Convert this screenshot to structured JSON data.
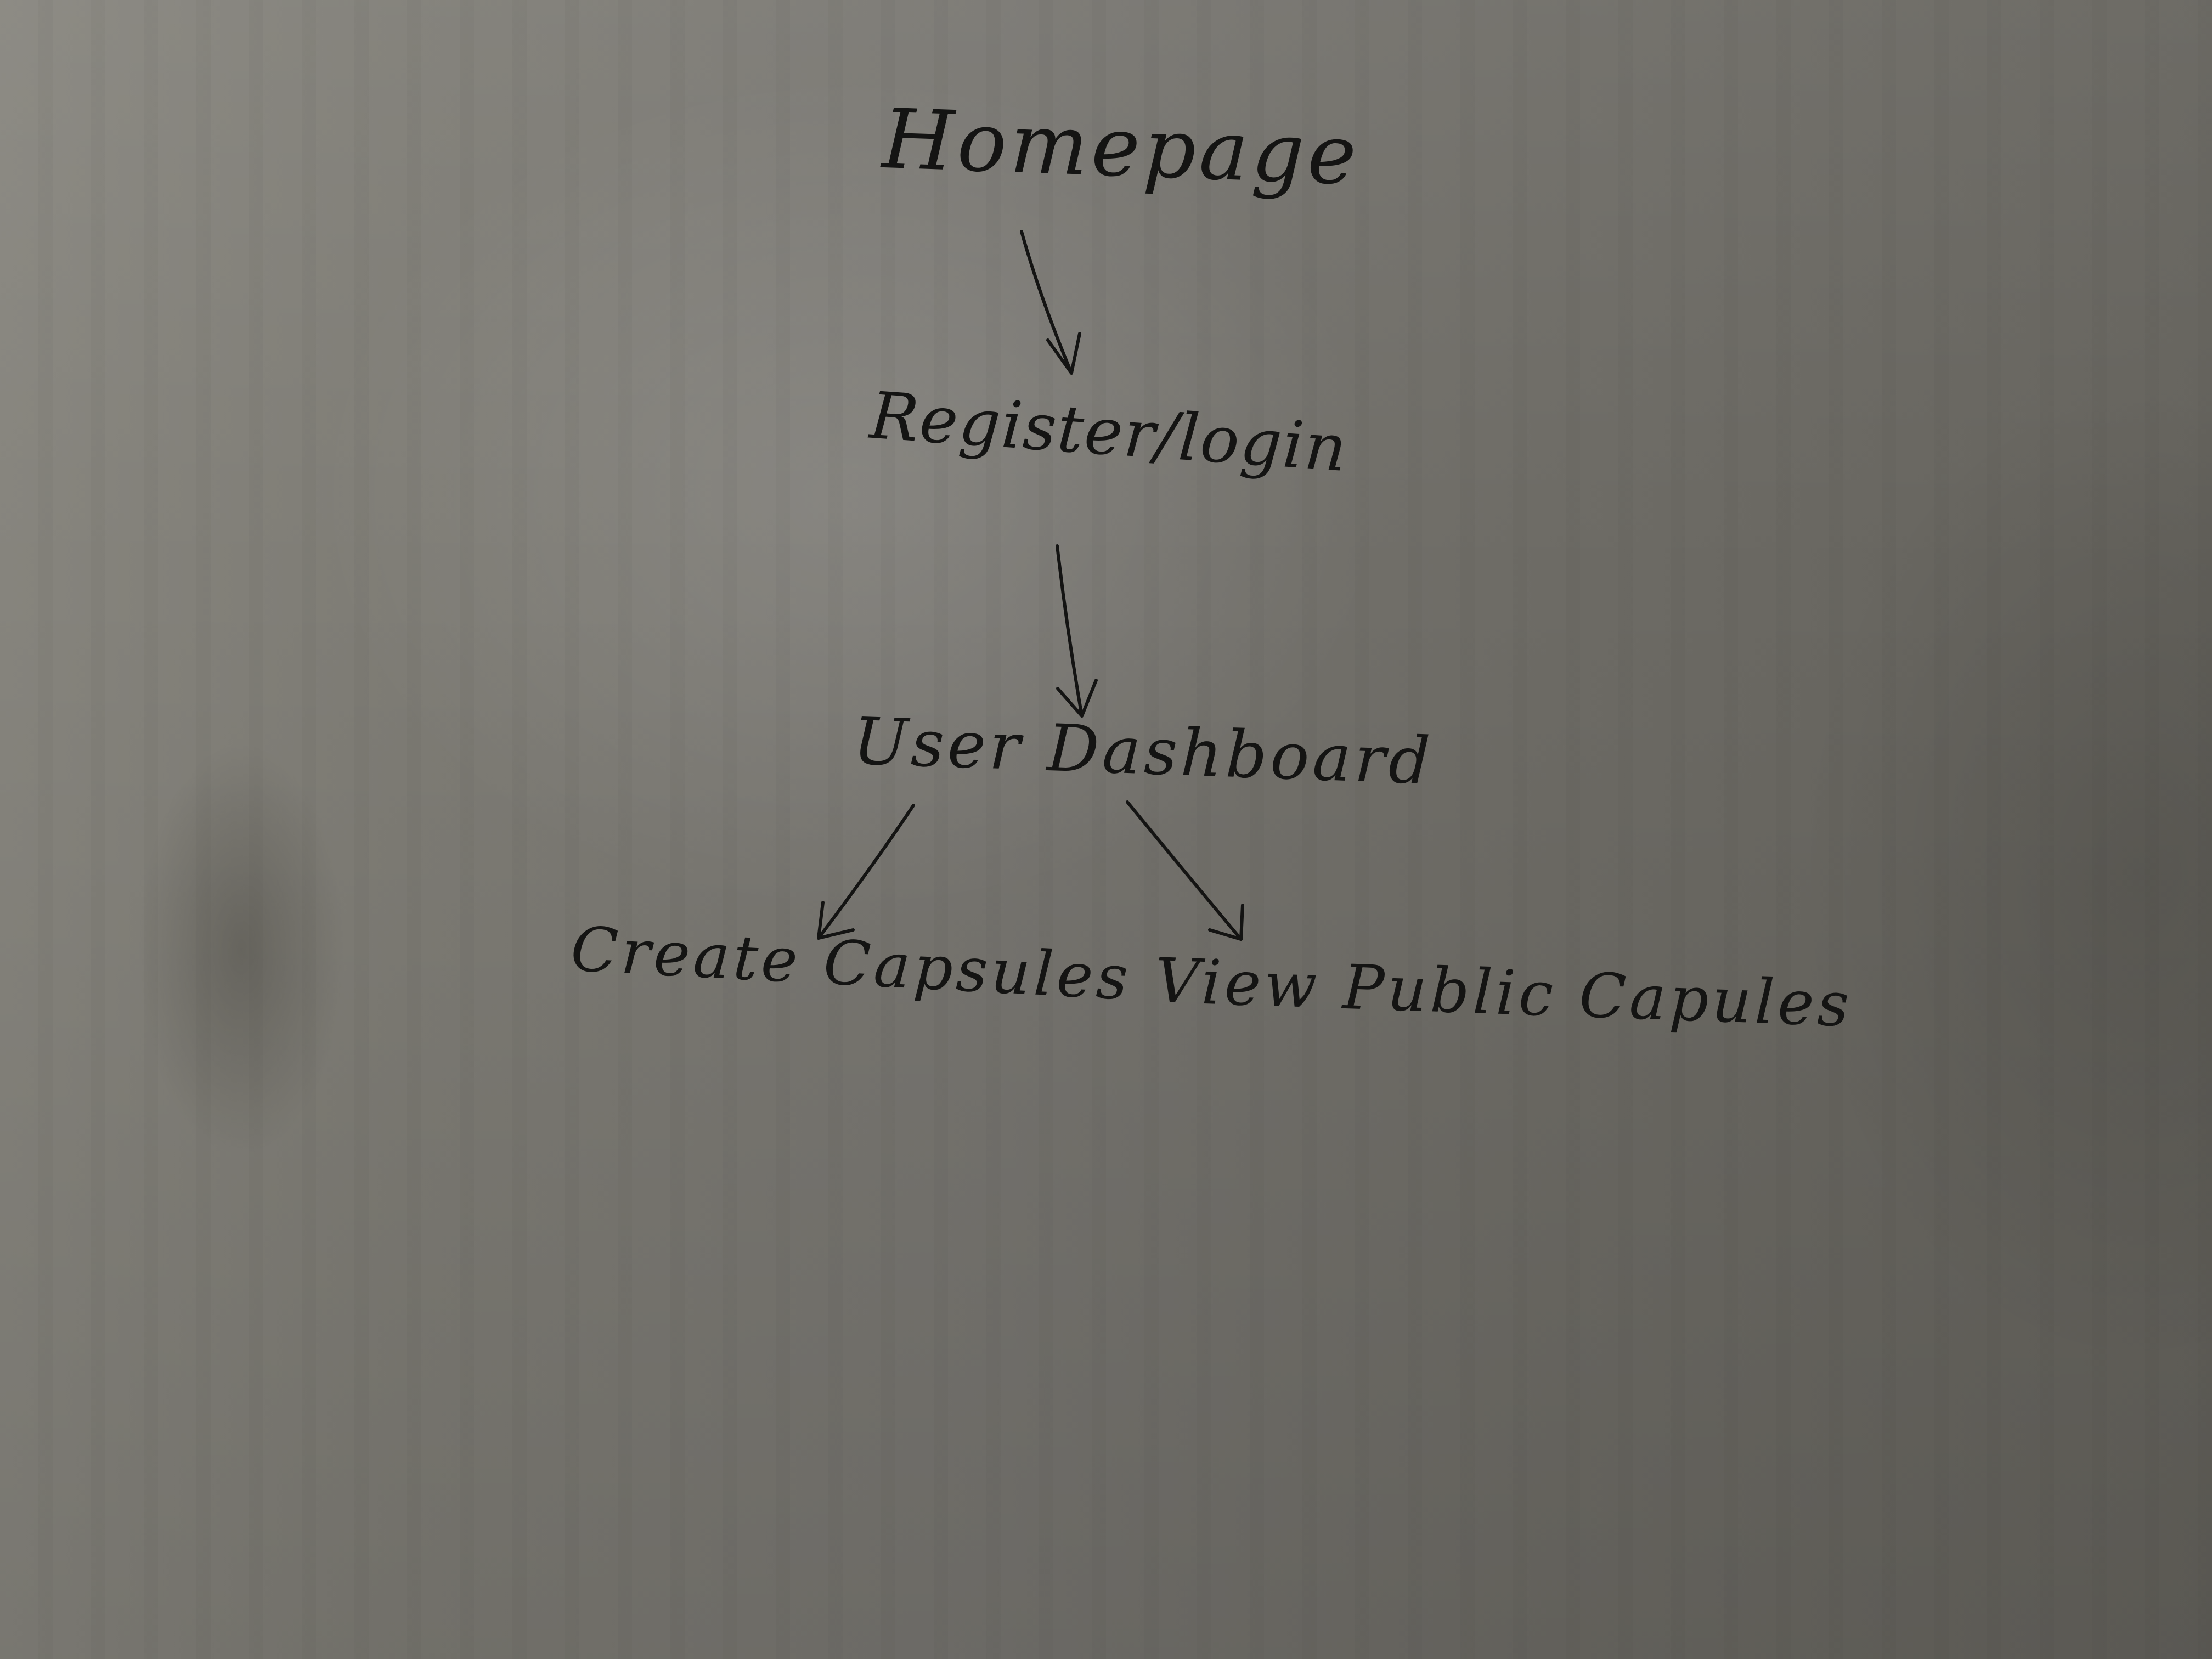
{
  "paper": {
    "ink_color": "#141413",
    "paper_color": "#76746d"
  },
  "diagram": {
    "nodes": [
      {
        "id": "homepage",
        "label": "Homepage"
      },
      {
        "id": "register-login",
        "label": "Register/login"
      },
      {
        "id": "user-dashboard",
        "label": "User Dashboard"
      },
      {
        "id": "create-capsules",
        "label": "Create Capsules"
      },
      {
        "id": "view-public-capsules",
        "label": "View Public Capules"
      }
    ],
    "edges": [
      {
        "from": "homepage",
        "to": "register-login"
      },
      {
        "from": "register-login",
        "to": "user-dashboard"
      },
      {
        "from": "user-dashboard",
        "to": "create-capsules"
      },
      {
        "from": "user-dashboard",
        "to": "view-public-capsules"
      }
    ]
  }
}
